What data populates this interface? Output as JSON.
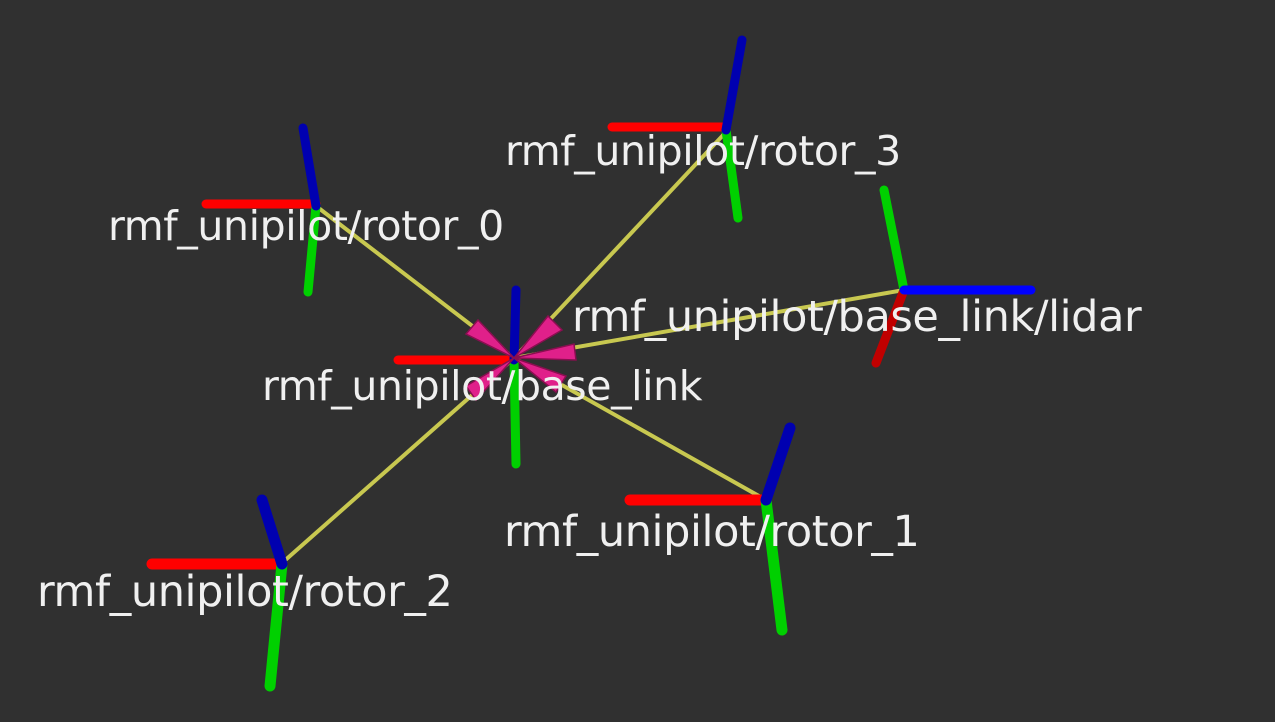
{
  "viewport": {
    "background": "#303030"
  },
  "colors": {
    "x_axis": "#ff0000",
    "y_axis": "#00d000",
    "z_axis": "#0000b0",
    "tf_link": "#c8c850",
    "arrow": "#e0208a",
    "label": "#f0f0f0"
  },
  "frames": [
    {
      "name": "base_link",
      "label": "rmf_unipilot/base_link"
    },
    {
      "name": "lidar",
      "label": "rmf_unipilot/base_link/lidar"
    },
    {
      "name": "rotor_0",
      "label": "rmf_unipilot/rotor_0"
    },
    {
      "name": "rotor_1",
      "label": "rmf_unipilot/rotor_1"
    },
    {
      "name": "rotor_2",
      "label": "rmf_unipilot/rotor_2"
    },
    {
      "name": "rotor_3",
      "label": "rmf_unipilot/rotor_3"
    }
  ]
}
